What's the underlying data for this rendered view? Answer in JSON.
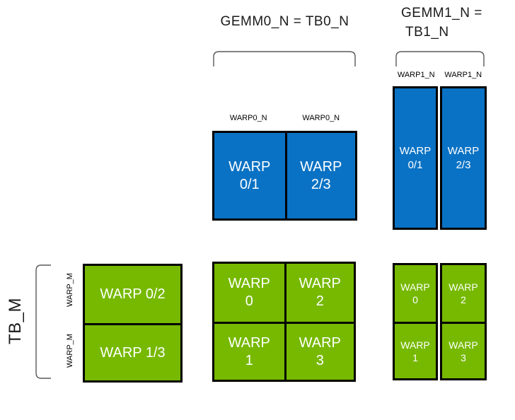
{
  "colors": {
    "accumulator_blue": "#0a72c4",
    "nvidia_green": "#76b900",
    "box_border": "#000000",
    "brace_stroke": "#595959",
    "label_text": "#1a1a1a",
    "box_text": "#ffffff"
  },
  "gemm0": {
    "title": "GEMM0_N = TB0_N",
    "warp_n_labels": [
      "WARP0_N",
      "WARP0_N"
    ],
    "accumulator_cells": [
      {
        "line1": "WARP",
        "line2": "0/1"
      },
      {
        "line1": "WARP",
        "line2": "2/3"
      }
    ],
    "output_cells": [
      {
        "line1": "WARP",
        "line2": "0"
      },
      {
        "line1": "WARP",
        "line2": "2"
      },
      {
        "line1": "WARP",
        "line2": "1"
      },
      {
        "line1": "WARP",
        "line2": "3"
      }
    ]
  },
  "gemm1": {
    "title_line1": "GEMM1_N =",
    "title_line2": "TB1_N",
    "warp_n_labels": [
      "WARP1_N",
      "WARP1_N"
    ],
    "accumulator_cells": [
      {
        "line1": "WARP",
        "line2": "0/1"
      },
      {
        "line1": "WARP",
        "line2": "2/3"
      }
    ],
    "output_col1_cells": [
      {
        "line1": "WARP",
        "line2": "0"
      },
      {
        "line1": "WARP",
        "line2": "1"
      }
    ],
    "output_col2_cells": [
      {
        "line1": "WARP",
        "line2": "2"
      },
      {
        "line1": "WARP",
        "line2": "3"
      }
    ]
  },
  "left_axis": {
    "tb_m_label": "TB_M",
    "warp_m_labels": [
      "WARP_M",
      "WARP_M"
    ],
    "tile_rows": [
      "WARP 0/2",
      "WARP 1/3"
    ]
  }
}
